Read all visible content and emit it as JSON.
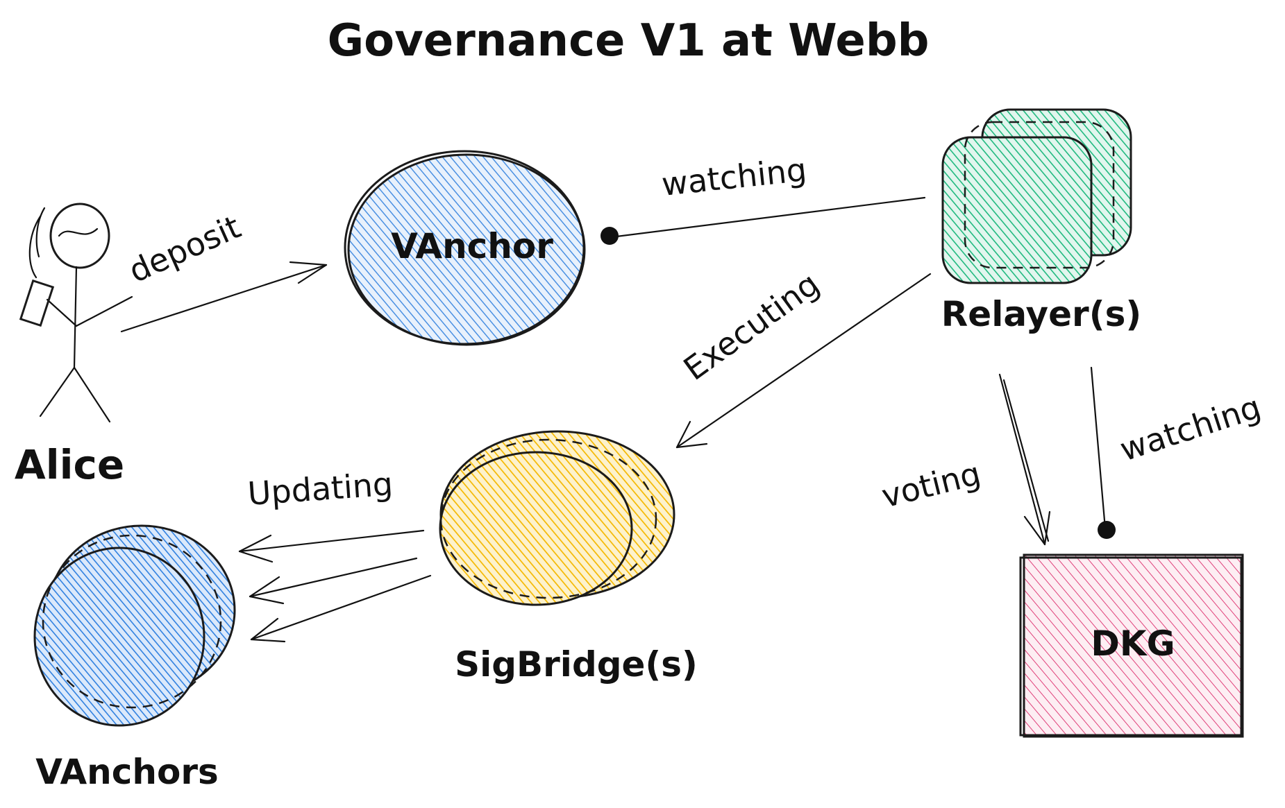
{
  "title": "Governance V1 at Webb",
  "actor": {
    "name": "Alice"
  },
  "nodes": {
    "vanchor": {
      "label": "VAnchor",
      "color": "#4a90e2"
    },
    "relayers": {
      "label": "Relayer(s)",
      "color": "#20b97f"
    },
    "sigbridge": {
      "label": "SigBridge(s)",
      "color": "#f5b800"
    },
    "vanchors": {
      "label": "VAnchors",
      "color": "#2f80e0"
    },
    "dkg": {
      "label": "DKG",
      "color": "#e0407a"
    }
  },
  "edges": {
    "deposit": "deposit",
    "watching_vanchor": "watching",
    "executing": "Executing",
    "updating": "Updating",
    "voting": "voting",
    "watching_dkg": "watching"
  }
}
